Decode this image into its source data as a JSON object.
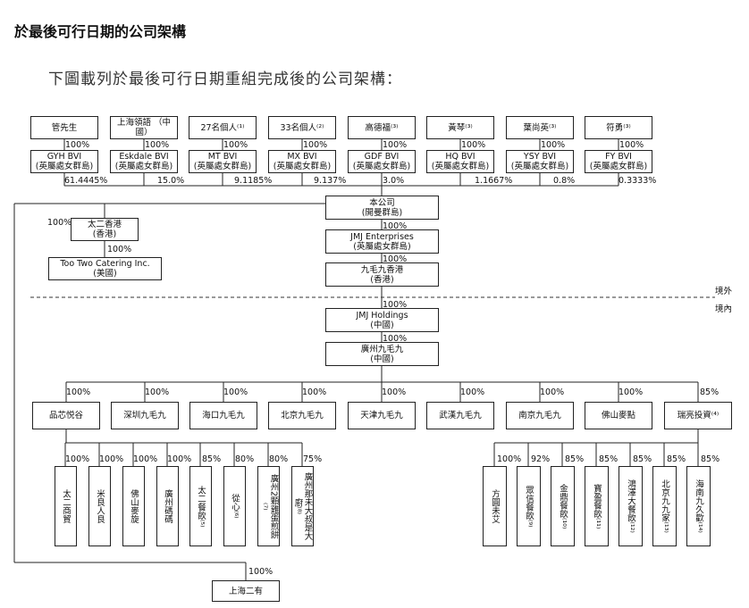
{
  "heading": "於最後可行日期的公司架構",
  "subheading": "下圖載列於最後可行日期重組完成後的公司架構：",
  "shareholders": [
    {
      "name": "管先生",
      "pct": "100%",
      "bvi": "GYH BVI\n(英屬處女群島)",
      "stake": "61.4445%"
    },
    {
      "name": "上海領語 （中國）",
      "pct": "100%",
      "bvi": "Eskdale BVI\n(英屬處女群島)",
      "stake": "15.0%"
    },
    {
      "name": "27名個人⁽¹⁾",
      "pct": "100%",
      "bvi": "MT BVI\n(英屬處女群島)",
      "stake": "9.1185%"
    },
    {
      "name": "33名個人⁽²⁾",
      "pct": "100%",
      "bvi": "MX BVI\n(英屬處女群島)",
      "stake": "9.137%"
    },
    {
      "name": "高德福⁽³⁾",
      "pct": "100%",
      "bvi": "GDF BVI\n(英屬處女群島)",
      "stake": "3.0%"
    },
    {
      "name": "黃琴⁽³⁾",
      "pct": "100%",
      "bvi": "HQ BVI\n(英屬處女群島)",
      "stake": "1.1667%"
    },
    {
      "name": "葉尚英⁽³⁾",
      "pct": "100%",
      "bvi": "YSY BVI\n(英屬處女群島)",
      "stake": "0.8%"
    },
    {
      "name": "符勇⁽³⁾",
      "pct": "100%",
      "bvi": "FY BVI\n(英屬處女群島)",
      "stake": "0.3333%"
    }
  ],
  "chain": {
    "company": "本公司\n(開曼群島)",
    "pct1": "100%",
    "jmj_ent": "JMJ Enterprises\n(英屬處女群島)",
    "pct2": "100%",
    "jmj_hk": "九毛九香港\n(香港)",
    "pct3": "100%",
    "jmj_hold": "JMJ Holdings\n(中國)",
    "pct4": "100%",
    "gz": "廣州九毛九\n(中國)"
  },
  "left_branch": {
    "pct_tt": "100%",
    "tt_hk": "太二香港\n(香港)",
    "pct_cat": "100%",
    "tt_catering": "Too Two Catering Inc.\n(美國)"
  },
  "border": {
    "outside": "境外",
    "inside": "境內"
  },
  "subs": [
    {
      "name": "品芯悦谷",
      "pct": "100%"
    },
    {
      "name": "深圳九毛九",
      "pct": "100%"
    },
    {
      "name": "海口九毛九",
      "pct": "100%"
    },
    {
      "name": "北京九毛九",
      "pct": "100%"
    },
    {
      "name": "天津九毛九",
      "pct": "100%"
    },
    {
      "name": "武漢九毛九",
      "pct": "100%"
    },
    {
      "name": "南京九毛九",
      "pct": "100%"
    },
    {
      "name": "佛山麥點",
      "pct": "100%"
    },
    {
      "name": "瑞亮投資⁽⁴⁾",
      "pct": "85%"
    }
  ],
  "pinxin_children": [
    {
      "name": "太二商貿",
      "pct": "100%"
    },
    {
      "name": "米良人良",
      "pct": "100%"
    },
    {
      "name": "佛山麥旋",
      "pct": "100%"
    },
    {
      "name": "廣州碼碼",
      "pct": "100%"
    },
    {
      "name": "太二餐飲⁽⁵⁾",
      "pct": "85%"
    },
    {
      "name": "從心⁽⁶⁾",
      "pct": "80%"
    },
    {
      "name": "廣州2顆雞蛋煎餅⁽⁷⁾",
      "pct": "80%"
    },
    {
      "name": "廣州那未大叔是大廚⁽⁸⁾",
      "pct": "75%"
    }
  ],
  "ruiliang_children": [
    {
      "name": "方圓未艾",
      "pct": "100%"
    },
    {
      "name": "眾信餐飲⁽⁹⁾",
      "pct": "92%"
    },
    {
      "name": "金鼎餐飲⁽¹⁰⁾",
      "pct": "85%"
    },
    {
      "name": "寶盈餐飲⁽¹¹⁾",
      "pct": "85%"
    },
    {
      "name": "鴻澤大餐飲⁽¹²⁾",
      "pct": "85%"
    },
    {
      "name": "北京九九家⁽¹³⁾",
      "pct": "85%"
    },
    {
      "name": "海南九久歡⁽¹⁴⁾",
      "pct": "85%"
    }
  ],
  "bottom": {
    "pct": "100%",
    "name": "上海二有"
  }
}
